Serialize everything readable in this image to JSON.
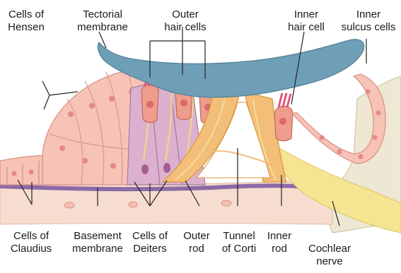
{
  "labels": {
    "cells_of_hensen": "Cells of\nHensen",
    "tectorial_membrane": "Tectorial\nmembrane",
    "outer_hair_cells": "Outer\nhair cells",
    "inner_hair_cell": "Inner\nhair cell",
    "inner_sulcus_cells": "Inner\nsulcus cells",
    "cells_of_claudius": "Cells of\nClaudius",
    "basement_membrane": "Basement\nmembrane",
    "cells_of_deiters": "Cells of\nDeiters",
    "outer_rod": "Outer\nrod",
    "tunnel_of_corti": "Tunnel\nof Corti",
    "inner_rod": "Inner\nrod",
    "cochlear_nerve": "Cochlear\nnerve"
  },
  "colors": {
    "tectorial": "#6f9fb6",
    "cell_fill": "#f6c3b6",
    "nucleus": "#e7878a",
    "deiters": "#dbb1cf",
    "rods": "#f2be78",
    "basement": "#8c6aa6",
    "tissue": "#ede7d3",
    "nerve": "#f5e491",
    "tunnel": "#ffffff"
  }
}
